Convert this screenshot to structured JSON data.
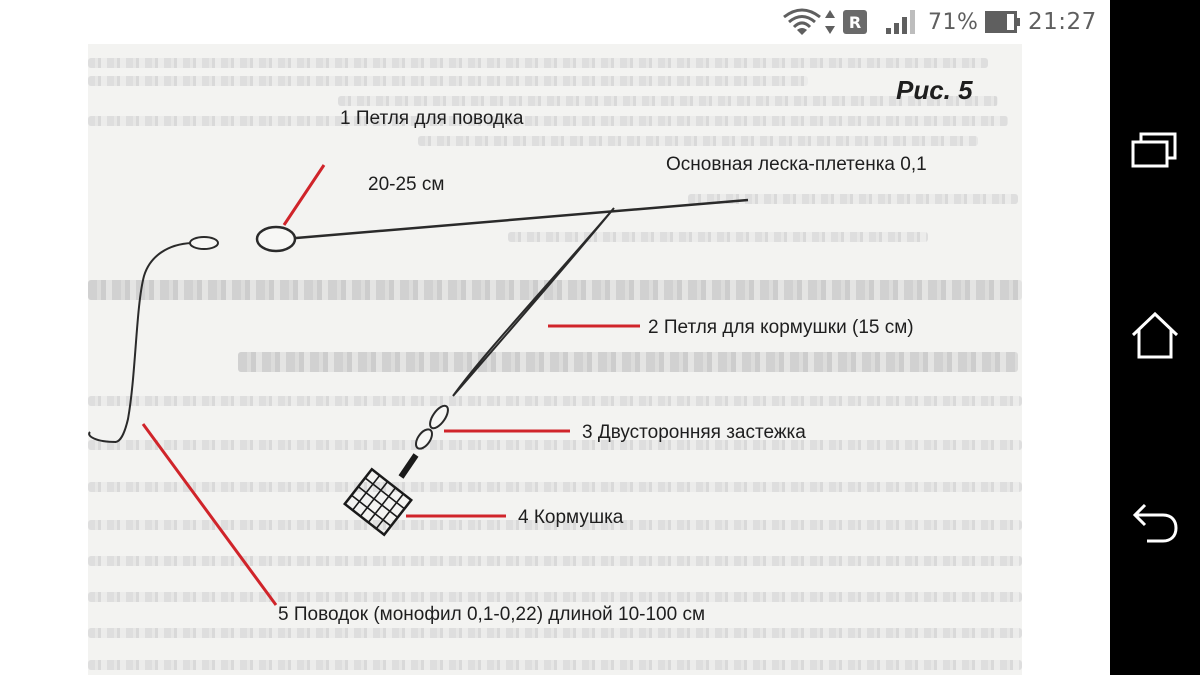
{
  "status_bar": {
    "roaming_badge": "R",
    "battery_percent": "71%",
    "clock": "21:27",
    "icons": [
      "wifi-icon",
      "data-arrows-icon",
      "roaming-badge",
      "signal-icon",
      "battery-icon"
    ],
    "icon_color": "#5f5f5f"
  },
  "figure": {
    "title": "Рис. 5",
    "labels": {
      "leader_loop": "1  Петля для поводка",
      "leader_loop_size": "20-25 см",
      "main_line": "Основная леска-плетенка 0,1",
      "feeder_loop": "2 Петля для кормушки (15 см)",
      "snap": "3 Двусторонняя застежка",
      "feeder": "4 Кормушка",
      "leader": "5 Поводок (монофил 0,1-0,22) длиной 10-100 см"
    },
    "pointer_color": "#d0242a",
    "line_color": "#2a2a2a"
  },
  "nav_bar": {
    "buttons": [
      "recents-button",
      "home-button",
      "back-button"
    ],
    "background": "#000000",
    "icon_color": "#ffffff"
  }
}
